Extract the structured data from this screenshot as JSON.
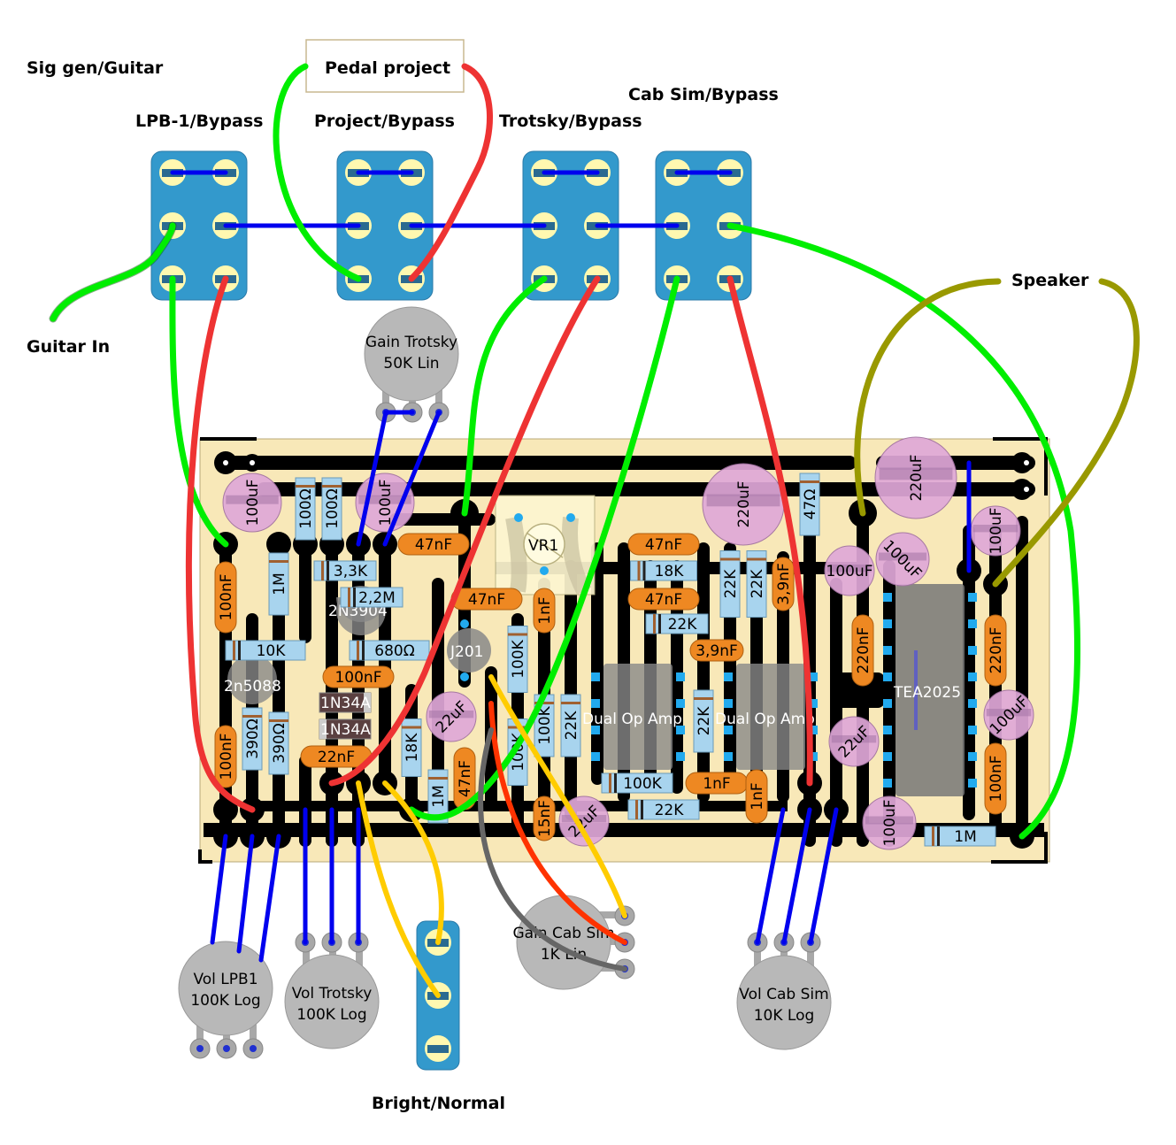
{
  "labels": {
    "sig_gen": "Sig gen/Guitar",
    "pedal_project": "Pedal project",
    "lpb_bypass": "LPB-1/Bypass",
    "project_bypass": "Project/Bypass",
    "trotsky_bypass": "Trotsky/Bypass",
    "cabsim_bypass": "Cab Sim/Bypass",
    "guitar_in": "Guitar In",
    "speaker": "Speaker",
    "bright_normal": "Bright/Normal"
  },
  "pots": [
    {
      "id": "gain-trotsky",
      "line1": "Gain Trotsky",
      "line2": "50K Lin"
    },
    {
      "id": "vol-lpb1",
      "line1": "Vol LPB1",
      "line2": "100K Log"
    },
    {
      "id": "vol-trotsky",
      "line1": "Vol Trotsky",
      "line2": "100K Log"
    },
    {
      "id": "gain-cabsim",
      "line1": "Gain Cab Sim",
      "line2": "1K Lin"
    },
    {
      "id": "vol-cabsim",
      "line1": "Vol Cab Sim",
      "line2": "10K Log"
    }
  ],
  "components": {
    "elec_caps": [
      "100uF",
      "100uF",
      "22uF",
      "220uF",
      "220uF",
      "100uF",
      "100uF",
      "100uF",
      "22uF",
      "100uF",
      "100uF",
      "22uF"
    ],
    "film_caps": [
      "100nF",
      "47nF",
      "47nF",
      "47nF",
      "1nF",
      "47nF",
      "3,9nF",
      "3,9nF",
      "100nF",
      "22nF",
      "100nF",
      "47nF",
      "15nF",
      "1nF",
      "1nF",
      "220nF",
      "220nF",
      "100nF"
    ],
    "resistors": [
      "100Ω",
      "100Ω",
      "1M",
      "3,3K",
      "2,2M",
      "10K",
      "680Ω",
      "100K",
      "390Ω",
      "18K",
      "1M",
      "100K",
      "100K",
      "100K",
      "22K",
      "18K",
      "22K",
      "22K",
      "22K",
      "22K",
      "100K",
      "22K",
      "47Ω",
      "1M"
    ],
    "diodes": [
      "1N34A",
      "1N34A"
    ],
    "transistors": [
      "2N3904",
      "2n5088",
      "J201"
    ],
    "trimmer": "VR1",
    "ics": [
      "Dual Op Amp",
      "Dual Op Amp",
      "TEA2025"
    ]
  },
  "colors": {
    "board": "#f8e8b8",
    "track": "#000000",
    "switch": "#3399cc",
    "lug": "#fff8b0",
    "wire_blue": "#0000ee",
    "wire_green": "#00ee00",
    "wire_red": "#ee3333",
    "wire_yellow": "#ffcc00",
    "wire_olive": "#999900",
    "wire_gray": "#666666",
    "cap_film": "#ee8822",
    "cap_elec": "#e0a8d8",
    "resistor": "#a8d4ee",
    "pot": "#b8b8b8"
  }
}
